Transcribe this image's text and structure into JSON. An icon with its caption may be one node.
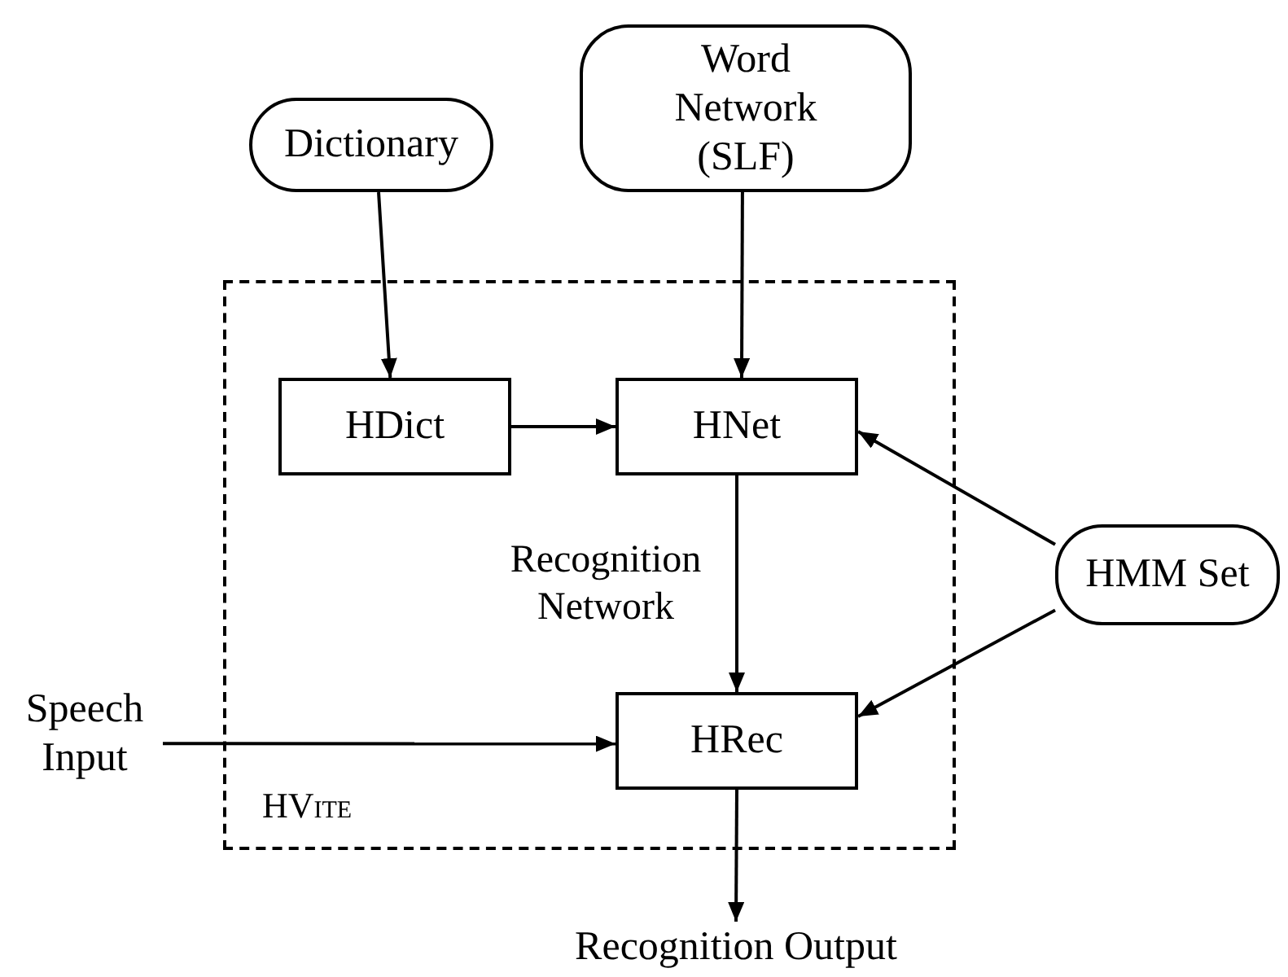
{
  "diagram": {
    "nodes": [
      {
        "text": [
          "Dictionary"
        ]
      },
      {
        "text": [
          "Word Network (SLF)"
        ]
      },
      {
        "text": [
          "HVite"
        ]
      },
      {
        "text": [
          "HDict"
        ],
        "in": 2
      },
      {
        "text": [
          "HNet"
        ],
        "in": 2
      },
      {
        "text": [
          "HRec"
        ],
        "in": 2
      },
      {
        "text": [
          "HMM Set"
        ]
      },
      {
        "text": [
          "Speech Input"
        ]
      },
      {
        "text": [
          "Recognition Output"
        ]
      }
    ],
    "edges": [
      {
        "from": 0,
        "to": 3,
        "arrow": "to"
      },
      {
        "from": 1,
        "to": 4,
        "arrow": "to"
      },
      {
        "from": 3,
        "to": 4,
        "arrow": "to"
      },
      {
        "from": 6,
        "to": 4,
        "arrow": "to"
      },
      {
        "from": 4,
        "to": 5,
        "arrow": "to",
        "label": "Recognition Network"
      },
      {
        "from": 6,
        "to": 5,
        "arrow": "to"
      },
      {
        "from": 7,
        "to": 5,
        "arrow": "to"
      },
      {
        "from": 5,
        "to": 8,
        "arrow": "to"
      }
    ]
  }
}
